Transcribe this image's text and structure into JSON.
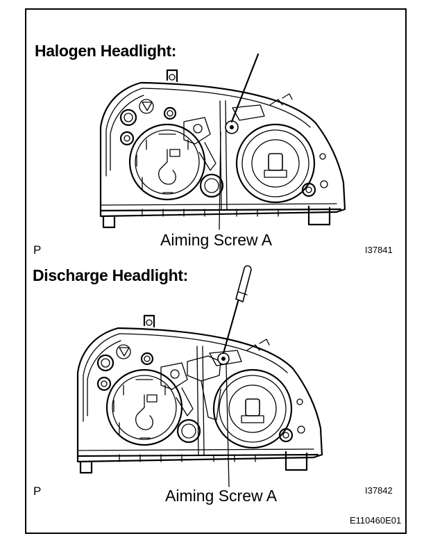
{
  "figure_id": "E110460E01",
  "panels": [
    {
      "heading": "Halogen Headlight:",
      "callout": "Aiming Screw A",
      "corner_mark": "P",
      "image_code": "I37841"
    },
    {
      "heading": "Discharge Headlight:",
      "callout": "Aiming Screw A",
      "corner_mark": "P",
      "image_code": "I37842"
    }
  ]
}
